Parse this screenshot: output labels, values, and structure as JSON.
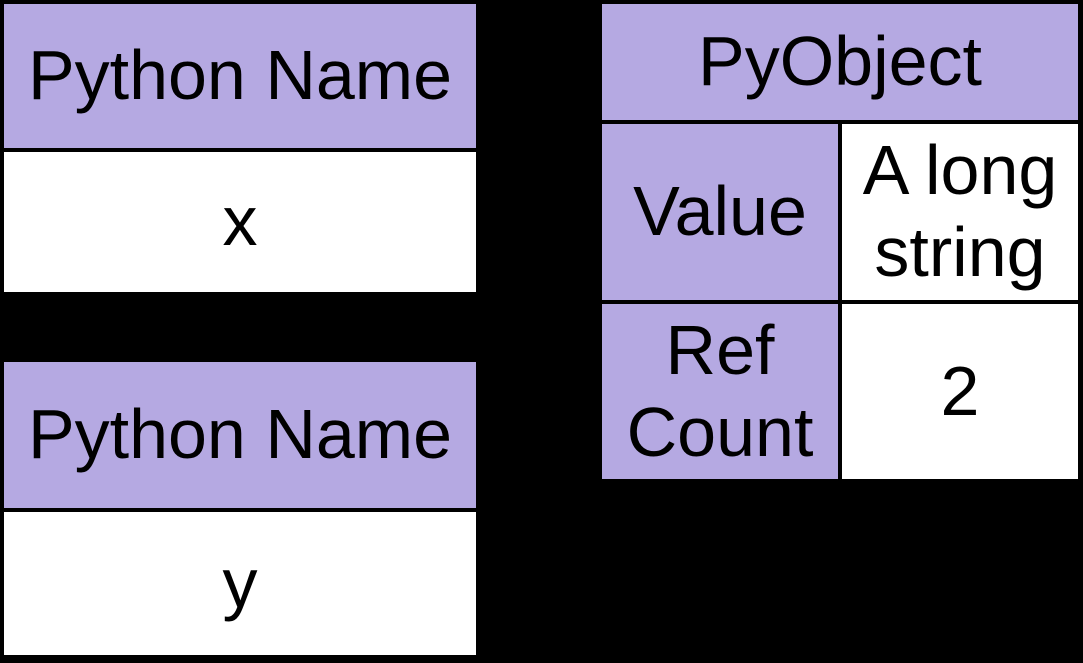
{
  "colors": {
    "background": "#000000",
    "border": "#000000",
    "header_fill": "#b5a9e2",
    "cell_fill": "#ffffff",
    "text": "#000000"
  },
  "name_table_x": {
    "header": "Python Name",
    "name": "x"
  },
  "name_table_y": {
    "header": "Python Name",
    "name": "y"
  },
  "pyobject_table": {
    "title": "PyObject",
    "rows": [
      {
        "label": "Value",
        "value": "A long string"
      },
      {
        "label": "Ref Count",
        "value": "2"
      }
    ]
  }
}
